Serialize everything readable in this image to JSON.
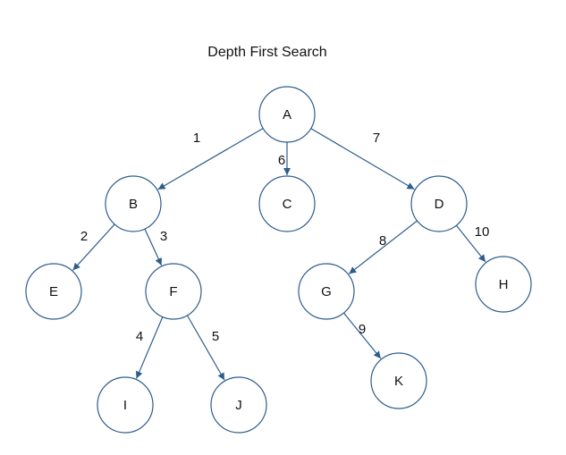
{
  "title": "Depth First Search",
  "colors": {
    "node_stroke": "#2f5d8c",
    "edge_stroke": "#2f5d8c",
    "text": "#111111",
    "background": "#ffffff"
  },
  "nodes": [
    {
      "id": "A",
      "label": "A"
    },
    {
      "id": "B",
      "label": "B"
    },
    {
      "id": "C",
      "label": "C"
    },
    {
      "id": "D",
      "label": "D"
    },
    {
      "id": "E",
      "label": "E"
    },
    {
      "id": "F",
      "label": "F"
    },
    {
      "id": "G",
      "label": "G"
    },
    {
      "id": "H",
      "label": "H"
    },
    {
      "id": "I",
      "label": "I"
    },
    {
      "id": "J",
      "label": "J"
    },
    {
      "id": "K",
      "label": "K"
    }
  ],
  "edges": [
    {
      "from": "A",
      "to": "B",
      "label": "1"
    },
    {
      "from": "B",
      "to": "E",
      "label": "2"
    },
    {
      "from": "B",
      "to": "F",
      "label": "3"
    },
    {
      "from": "F",
      "to": "I",
      "label": "4"
    },
    {
      "from": "F",
      "to": "J",
      "label": "5"
    },
    {
      "from": "A",
      "to": "C",
      "label": "6"
    },
    {
      "from": "A",
      "to": "D",
      "label": "7"
    },
    {
      "from": "D",
      "to": "G",
      "label": "8"
    },
    {
      "from": "G",
      "to": "K",
      "label": "9"
    },
    {
      "from": "D",
      "to": "H",
      "label": "10"
    }
  ]
}
